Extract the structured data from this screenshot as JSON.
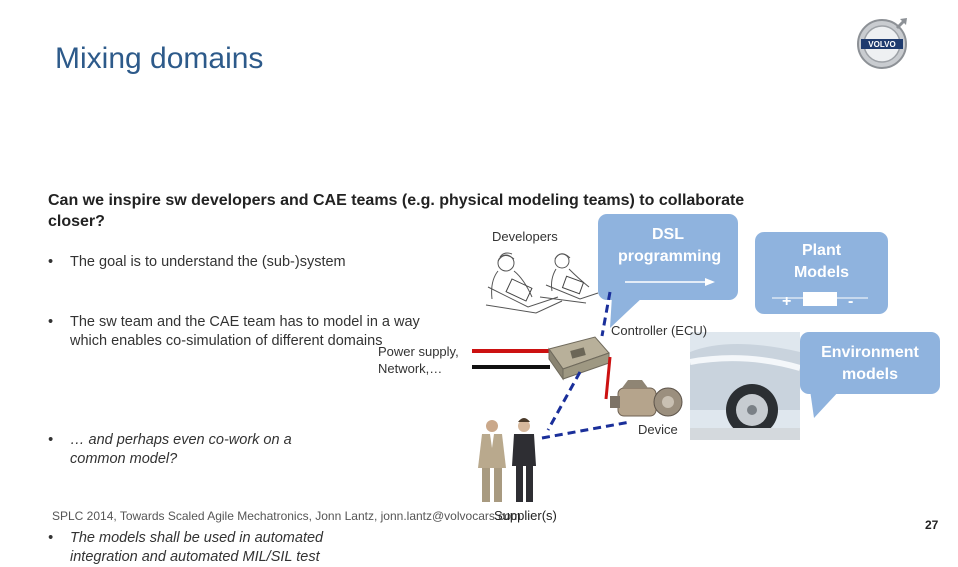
{
  "slide": {
    "title": "Mixing domains",
    "question": "Can we inspire sw developers and CAE teams (e.g. physical modeling teams) to collaborate closer?",
    "bullets": [
      "The goal is to understand the (sub-)system",
      "The sw team and the CAE team has to model in a way which enables co-simulation of different domains",
      "… and perhaps even co-work on a common model?",
      "The models shall be used in automated integration and automated MIL/SIL test"
    ],
    "footer": "SPLC 2014, Towards Scaled Agile Mechatronics, Jonn Lantz, jonn.lantz@volvocars.com",
    "page_number": "27"
  },
  "logo": {
    "text": "VOLVO"
  },
  "diagram": {
    "developers_label": "Developers",
    "dsl_label": "DSL programming",
    "plant_label": "Plant Models",
    "plus": "+",
    "minus": "-",
    "environment_label": "Environment models",
    "power_label": "Power supply, Network,…",
    "controller_label": "Controller (ECU)",
    "device_label": "Device",
    "supplier_label": "Supplier(s)"
  },
  "colors": {
    "title": "#2d5a8a",
    "callout": "#8fb3de",
    "red_line": "#cc1111",
    "blue_dash": "#1a2f9a"
  }
}
